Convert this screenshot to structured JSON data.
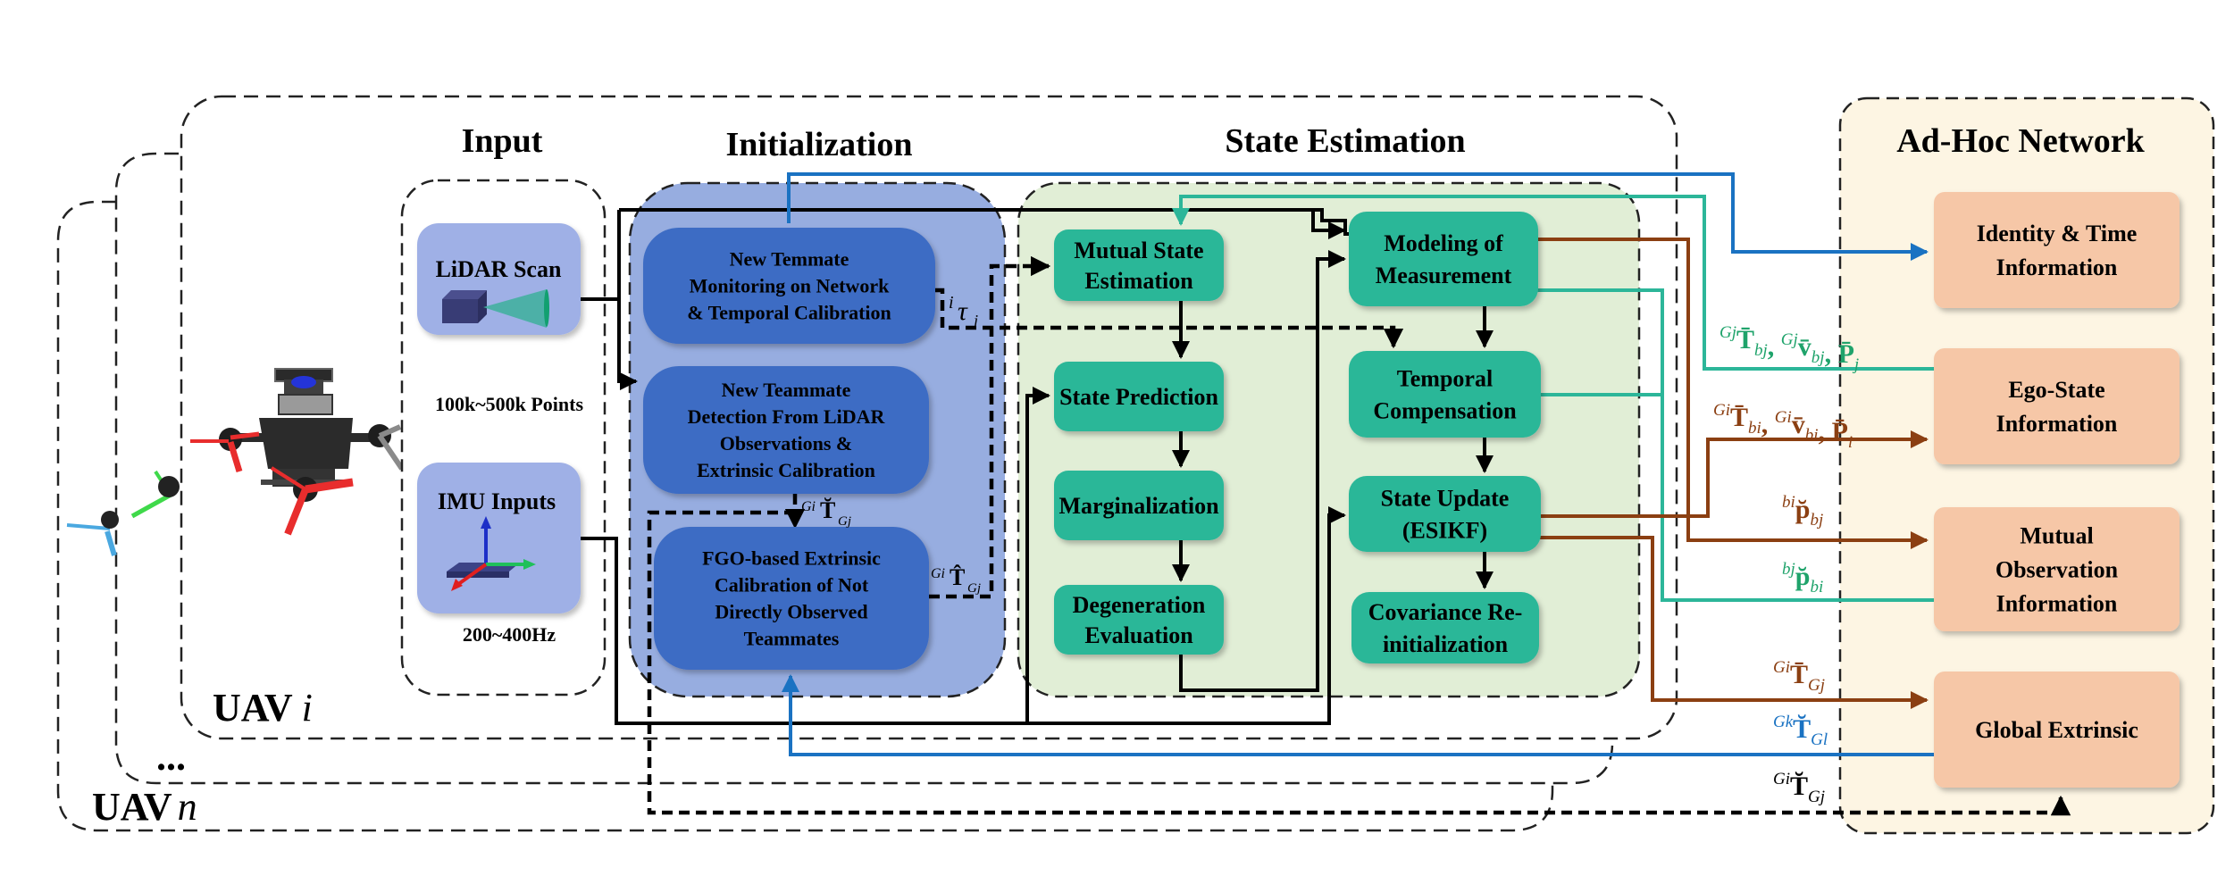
{
  "sections": {
    "input": "Input",
    "initialization": "Initialization",
    "state_estimation": "State Estimation",
    "adhoc": "Ad-Hoc Network"
  },
  "uav_frames": {
    "uav_i_prefix": "UAV",
    "uav_i_var": "i",
    "ellipsis": "...",
    "uav_n_prefix": "UAV",
    "uav_n_var": "n"
  },
  "input": {
    "lidar": {
      "label": "LiDAR Scan",
      "note": "100k~500k Points"
    },
    "imu": {
      "label": "IMU Inputs",
      "note": "200~400Hz"
    }
  },
  "initialization": {
    "boxes": [
      {
        "lines": [
          "New Temmate",
          "Monitoring on Network",
          "& Temporal Calibration"
        ]
      },
      {
        "lines": [
          "New Teammate",
          "Detection From LiDAR",
          "Observations &",
          "Extrinsic Calibration"
        ]
      },
      {
        "lines": [
          "FGO-based Extrinsic",
          "Calibration of Not",
          "Directly Observed",
          "Teammates"
        ]
      }
    ],
    "edge_labels": {
      "tau": {
        "sup": "i",
        "main": "τ",
        "sub": "j"
      },
      "t_check": {
        "sup": "Gi",
        "main": "T̆",
        "sub": "Gj"
      },
      "t_hat": {
        "sup": "Gi",
        "main": "T̂",
        "sub": "Gj"
      }
    }
  },
  "state_estimation": {
    "left_column": [
      {
        "lines": [
          "Mutual State",
          "Estimation"
        ]
      },
      {
        "lines": [
          "State Prediction"
        ]
      },
      {
        "lines": [
          "Marginalization"
        ]
      },
      {
        "lines": [
          "Degeneration",
          "Evaluation"
        ]
      }
    ],
    "right_column": [
      {
        "lines": [
          "Modeling of",
          "Measurement"
        ]
      },
      {
        "lines": [
          "Temporal",
          "Compensation"
        ]
      },
      {
        "lines": [
          "State Update",
          "(ESIKF)"
        ]
      },
      {
        "lines": [
          "Covariance Re-",
          "initialization"
        ]
      }
    ]
  },
  "adhoc": {
    "boxes": [
      {
        "lines": [
          "Identity & Time",
          "Information"
        ]
      },
      {
        "lines": [
          "Ego-State",
          "Information"
        ]
      },
      {
        "lines": [
          "Mutual",
          "Observation",
          "Information"
        ]
      },
      {
        "lines": [
          "Global Extrinsic"
        ]
      }
    ]
  },
  "link_labels": {
    "ego_j": "Gj T̄bj, Gj v̄bj, P̄j",
    "ego_i": "Gi T̄bi, Gi v̄bi, P̄i",
    "mutual_ij": "bi p̆bj",
    "mutual_ji": "bj p̆bi",
    "global_ij": "Gi T̄Gj",
    "global_kl": "Gk T̆Gl",
    "global_check": "Gi T̆Gj"
  },
  "colors": {
    "input_box": "#9fb0e6",
    "init_container": "#97ade0",
    "init_box": "#3d6cc4",
    "state_container": "#e1eed6",
    "state_box": "#2ab798",
    "adhoc_container": "#fdf5e3",
    "adhoc_box": "#f6c7a7",
    "link_blue": "#1a72c2",
    "link_teal": "#2cb699",
    "link_brown": "#8b3f12",
    "label_green": "#1fa36b"
  }
}
